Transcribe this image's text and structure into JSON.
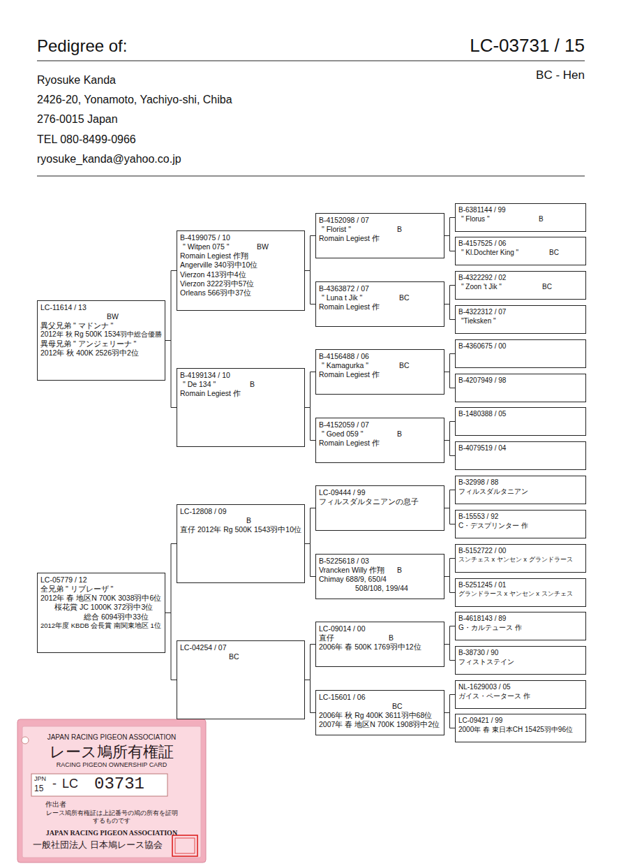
{
  "diagram": {
    "title": "Pedigree of:",
    "nodes": [
      {
        "text": [
          "LC-11614 / 13",
          "BW",
          "異父兄弟 \" マドンナ \"",
          "2012年 秋 Rg 500K 1534羽中総合優勝",
          "異母兄弟 \" アンジェリーナ \"",
          "2012年 秋 400K 2526羽中2位"
        ]
      },
      {
        "text": [
          "LC-05779 / 12",
          "全兄弟 \" リブレーザ \"",
          "2012年 春 地区N 700K 3038羽中6位",
          "桜花賞 JC 1000K 372羽中3位",
          "総合 6094羽中33位",
          "2012年度 KBDB 会長賞 南関東地区 1位"
        ]
      },
      {
        "text": [
          "B-4199075 / 10",
          "\" Witpen 075 \"",
          "BW",
          "Romain Legiest 作翔",
          "Angerville 340羽中10位",
          "Vierzon 413羽中4位",
          "Vierzon 3222羽中57位",
          "Orleans 566羽中37位"
        ]
      },
      {
        "text": [
          "B-4199134 / 10",
          "\" De 134 \"",
          "B",
          "Romain Legiest 作"
        ]
      },
      {
        "text": [
          "LC-12808 / 09",
          "B",
          "直仔 2012年 Rg 500K 1543羽中10位"
        ]
      },
      {
        "text": [
          "LC-04254 / 07",
          "BC"
        ]
      },
      {
        "text": [
          "B-4152098 / 07",
          "\" Florist \"",
          "B",
          "Romain Legiest 作"
        ]
      },
      {
        "text": [
          "B-4363872 / 07",
          "\" Luna t Jik \"",
          "BC",
          "Romain Legiest 作"
        ]
      },
      {
        "text": [
          "B-4156488 / 06",
          "\" Kamagurka \"",
          "BC",
          "Romain Legiest 作"
        ]
      },
      {
        "text": [
          "B-4152059 / 07",
          "\" Goed 059 \"",
          "B",
          "Romain Legiest 作"
        ]
      },
      {
        "text": [
          "LC-09444 / 99",
          "フィルスダルタニアンの息子"
        ]
      },
      {
        "text": [
          "B-5225618 / 03",
          "Vrancken Willy 作翔",
          "B",
          "Chimay 688/9, 650/4",
          "508/108, 199/44"
        ]
      },
      {
        "text": [
          "LC-09014 / 00",
          "直仔",
          "B",
          "2006年 春 500K 1769羽中12位"
        ]
      },
      {
        "text": [
          "LC-15601 / 06",
          "BC",
          "2006年 秋 Rg 400K 3611羽中68位",
          "2007年 春 地区N 700K 1908羽中2位"
        ]
      },
      {
        "text": [
          "B-6381144 / 99",
          "\" Florus \"",
          "B"
        ]
      },
      {
        "text": [
          "B-4157525 / 06",
          "\" Kl.Dochter King \"",
          "BC"
        ]
      },
      {
        "text": [
          "B-4322292 / 02",
          "\" Zoon 't Jik \"",
          "BC"
        ]
      },
      {
        "text": [
          "B-4322312 / 07",
          "\"Tieksken \""
        ]
      },
      {
        "text": [
          "B-4360675 / 00"
        ]
      },
      {
        "text": [
          "B-4207949 / 98"
        ]
      },
      {
        "text": [
          "B-1480388 / 05"
        ]
      },
      {
        "text": [
          "B-4079519 / 04"
        ]
      },
      {
        "text": [
          "B-32998 / 88",
          "フィルスダルタニアン"
        ]
      },
      {
        "text": [
          "B-15553 / 92",
          "C・デスプリンター 作"
        ]
      },
      {
        "text": [
          "B-5152722 / 00",
          "スンチェス x ヤンセン x グランドラース"
        ]
      },
      {
        "text": [
          "B-5251245 / 01",
          "グランドラース x ヤンセン x スンチェス"
        ]
      },
      {
        "text": [
          "B-4618143 / 89",
          "G・カルテュース 作"
        ]
      },
      {
        "text": [
          "B-38730 / 90",
          "フィストステイン"
        ]
      },
      {
        "text": [
          "NL-1629003 / 05",
          "ガイス・ペータース 作"
        ]
      },
      {
        "text": [
          "LC-09421 / 99",
          "2000年 春 東日本CH 15425羽中96位"
        ]
      },
      {
        "text": [
          "JAPAN RACING PIGEON ASSOCIATION",
          "レース鳩所有権証",
          "RACING PIGEON OWNERSHIP CARD",
          "JPN",
          "15",
          "-",
          "LC",
          "03731",
          "作出者",
          "レース鳩所有権証は上記番号の鳩の所有を証明するものです",
          "JAPAN RACING PIGEON ASSOCIATION",
          "一般社団法人 日本鳩レース協会"
        ]
      }
    ],
    "edges": [
      {
        "from": 0,
        "to": 2,
        "arrow": "none"
      },
      {
        "from": 0,
        "to": 3,
        "arrow": "none"
      },
      {
        "from": 1,
        "to": 4,
        "arrow": "none"
      },
      {
        "from": 1,
        "to": 5,
        "arrow": "none"
      },
      {
        "from": 2,
        "to": 6,
        "arrow": "none"
      },
      {
        "from": 2,
        "to": 7,
        "arrow": "none"
      },
      {
        "from": 3,
        "to": 8,
        "arrow": "none"
      },
      {
        "from": 3,
        "to": 9,
        "arrow": "none"
      },
      {
        "from": 4,
        "to": 10,
        "arrow": "none"
      },
      {
        "from": 4,
        "to": 11,
        "arrow": "none"
      },
      {
        "from": 5,
        "to": 12,
        "arrow": "none"
      },
      {
        "from": 5,
        "to": 13,
        "arrow": "none"
      },
      {
        "from": 6,
        "to": 14,
        "arrow": "none"
      },
      {
        "from": 6,
        "to": 15,
        "arrow": "none"
      },
      {
        "from": 7,
        "to": 16,
        "arrow": "none"
      },
      {
        "from": 7,
        "to": 17,
        "arrow": "none"
      },
      {
        "from": 8,
        "to": 18,
        "arrow": "none"
      },
      {
        "from": 8,
        "to": 19,
        "arrow": "none"
      },
      {
        "from": 9,
        "to": 20,
        "arrow": "none"
      },
      {
        "from": 9,
        "to": 21,
        "arrow": "none"
      },
      {
        "from": 10,
        "to": 22,
        "arrow": "none"
      },
      {
        "from": 10,
        "to": 23,
        "arrow": "none"
      },
      {
        "from": 11,
        "to": 24,
        "arrow": "none"
      },
      {
        "from": 11,
        "to": 25,
        "arrow": "none"
      },
      {
        "from": 12,
        "to": 26,
        "arrow": "none"
      },
      {
        "from": 12,
        "to": 27,
        "arrow": "none"
      },
      {
        "from": 13,
        "to": 28,
        "arrow": "none"
      },
      {
        "from": 13,
        "to": 29,
        "arrow": "none"
      }
    ],
    "labels": [
      "LC-03731 / 15",
      "BC - Hen",
      "Ryosuke Kanda",
      "2426-20, Yonamoto, Yachiyo-shi, Chiba",
      "276-0015 Japan",
      "TEL 080-8499-0966",
      "ryosuke_kanda@yahoo.co.jp"
    ]
  }
}
